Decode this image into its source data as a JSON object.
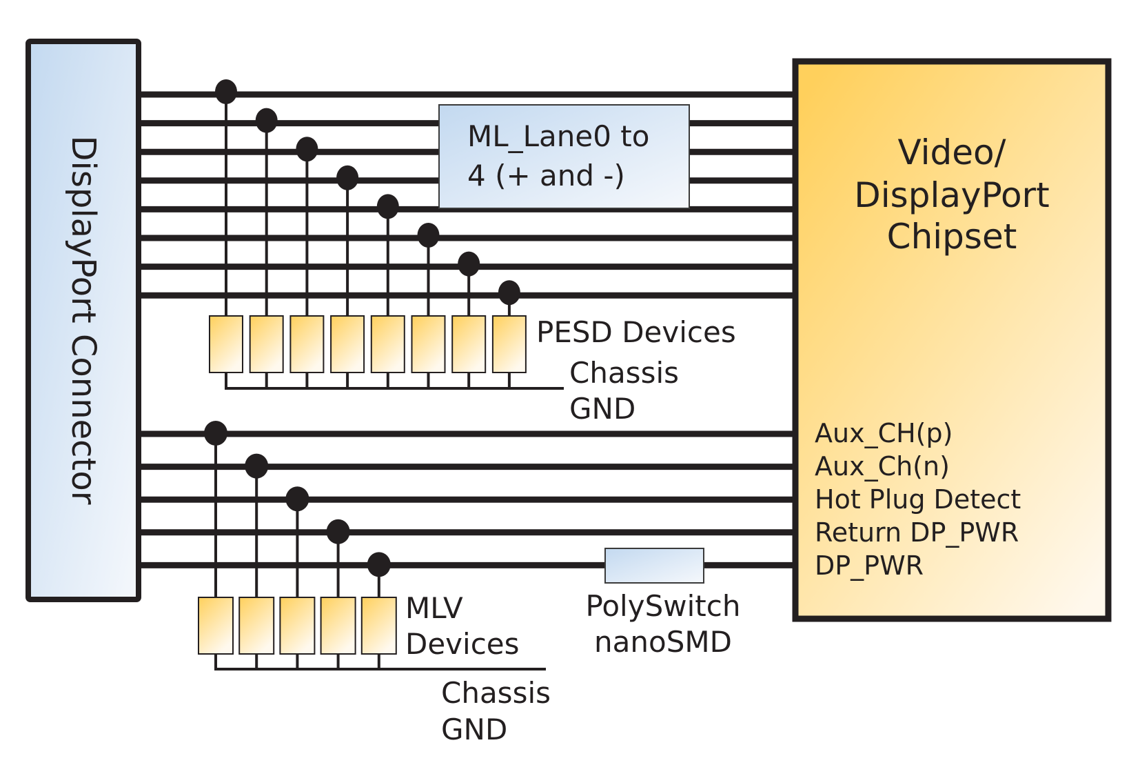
{
  "connector": {
    "label": "DisplayPort Connector"
  },
  "chipset": {
    "label_lines": [
      "Video/",
      "DisplayPort",
      "Chipset"
    ]
  },
  "main_link": {
    "label_lines": [
      "ML_Lane0 to",
      "4 (+ and -)"
    ],
    "line_count": 8
  },
  "pesd": {
    "label": "PESD Devices",
    "device_count": 8,
    "ground_label_lines": [
      "Chassis",
      "GND"
    ]
  },
  "aux_signals": [
    {
      "name": "Aux_CH(p)"
    },
    {
      "name": "Aux_Ch(n)"
    },
    {
      "name": "Hot Plug Detect"
    },
    {
      "name": "Return DP_PWR"
    },
    {
      "name": "DP_PWR"
    }
  ],
  "mlv": {
    "label_lines": [
      "MLV",
      "Devices"
    ],
    "device_count": 5,
    "ground_label_lines": [
      "Chassis",
      "GND"
    ]
  },
  "polyswitch": {
    "label_lines": [
      "PolySwitch",
      "nanoSMD"
    ]
  },
  "colors": {
    "line": "#231f20",
    "blue_light": "#c6dbf1",
    "blue_pale": "#f3f7fc",
    "yellow": "#ffd05c",
    "yellow_pale": "#fff8ec"
  }
}
